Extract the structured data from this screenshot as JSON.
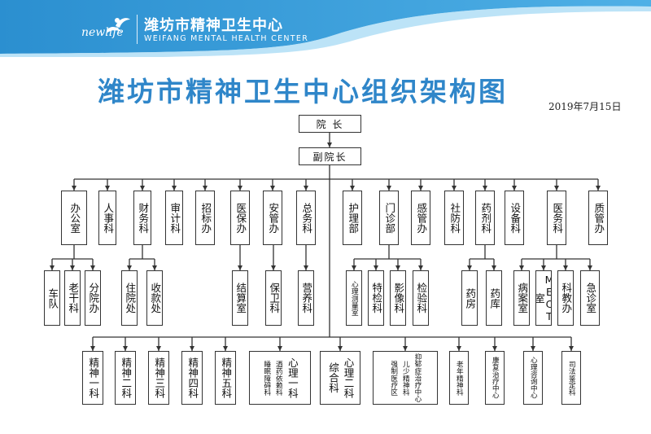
{
  "header": {
    "logo_text": "newlife",
    "name_cn": "潍坊市精神卫生中心",
    "name_en": "WEIFANG MENTAL HEALTH CENTER",
    "colors": {
      "band": "#2b8fd0",
      "band_light": "#4fb0e6",
      "title": "#2f86c9"
    }
  },
  "title": "潍坊市精神卫生中心组织架构图",
  "date": "2019年7月15日",
  "org": {
    "president": "院 长",
    "vice_president": "副院长",
    "departments": [
      "办公室",
      "人事科",
      "财务科",
      "审计科",
      "招标办",
      "医保办",
      "安管办",
      "总务科",
      "护理部",
      "门诊部",
      "感管办",
      "社防科",
      "药剂科",
      "设备科",
      "医务科",
      "质管办"
    ],
    "subunits": {
      "office": [
        "车队",
        "老干科",
        "分院办"
      ],
      "finance": [
        "住院处",
        "收款处"
      ],
      "insurance": [
        "结算室"
      ],
      "security": [
        "保卫科"
      ],
      "general": [
        "营养科"
      ],
      "outpatient": [
        "心理测量室",
        "特检科",
        "影像科",
        "检验科"
      ],
      "pharmacy": [
        "药房",
        "药库"
      ],
      "medical": [
        "病案室",
        "MECT室",
        "科教办",
        "急诊室"
      ]
    },
    "clinical": [
      "精神一科",
      "精神二科",
      "精神三科",
      "精神四科",
      "精神五科",
      "心理一科",
      "酒药依赖科",
      "睡眠障碍科",
      "心理二科",
      "综合科",
      "抑郁症治疗中心",
      "儿少精神科",
      "强制医疗区",
      "老年精神科",
      "康复治疗中心",
      "心理咨询中心",
      "司法鉴定科"
    ]
  }
}
